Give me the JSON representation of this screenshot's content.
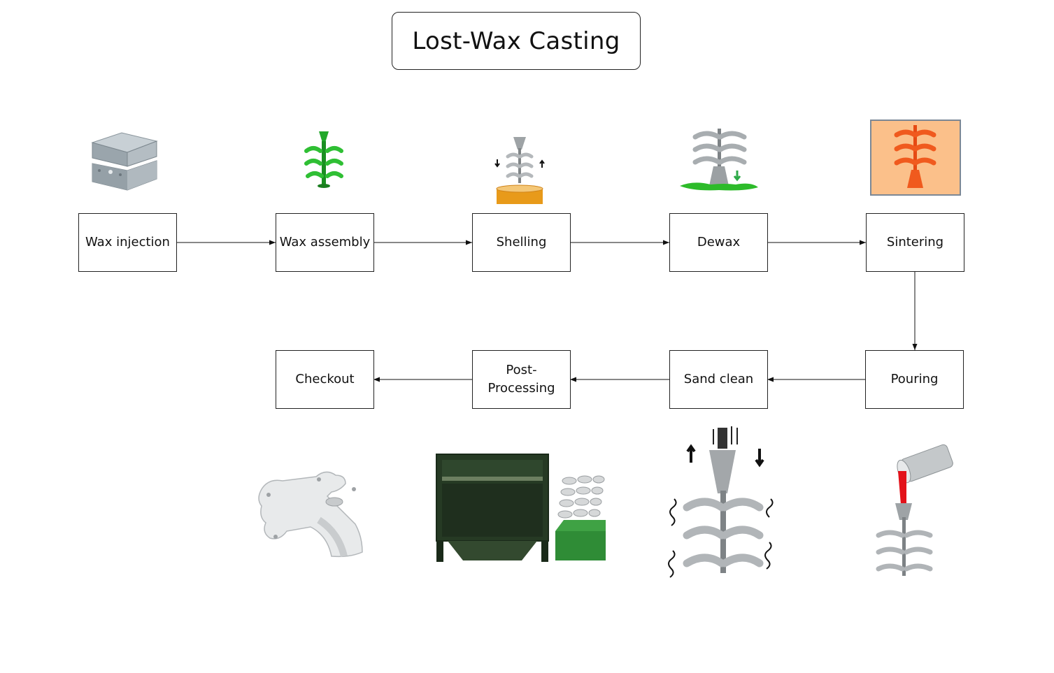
{
  "title": "Lost-Wax Casting",
  "steps": {
    "wax_injection": "Wax injection",
    "wax_assembly": "Wax assembly",
    "shelling": "Shelling",
    "dewax": "Dewax",
    "sintering": "Sintering",
    "pouring": "Pouring",
    "sand_clean": "Sand clean",
    "post_processing_line1": "Post-",
    "post_processing_line2": "Processing",
    "checkout": "Checkout"
  },
  "colors": {
    "wax_green": "#1fa81f",
    "shell_orange": "#e89a1a",
    "sinter_bg": "#fbc08a",
    "sinter_part": "#f05a1e",
    "metal_grey": "#a9adb0",
    "molten_red": "#e3121a",
    "machine_green": "#2e4a2c",
    "bin_green": "#2f8c36"
  }
}
